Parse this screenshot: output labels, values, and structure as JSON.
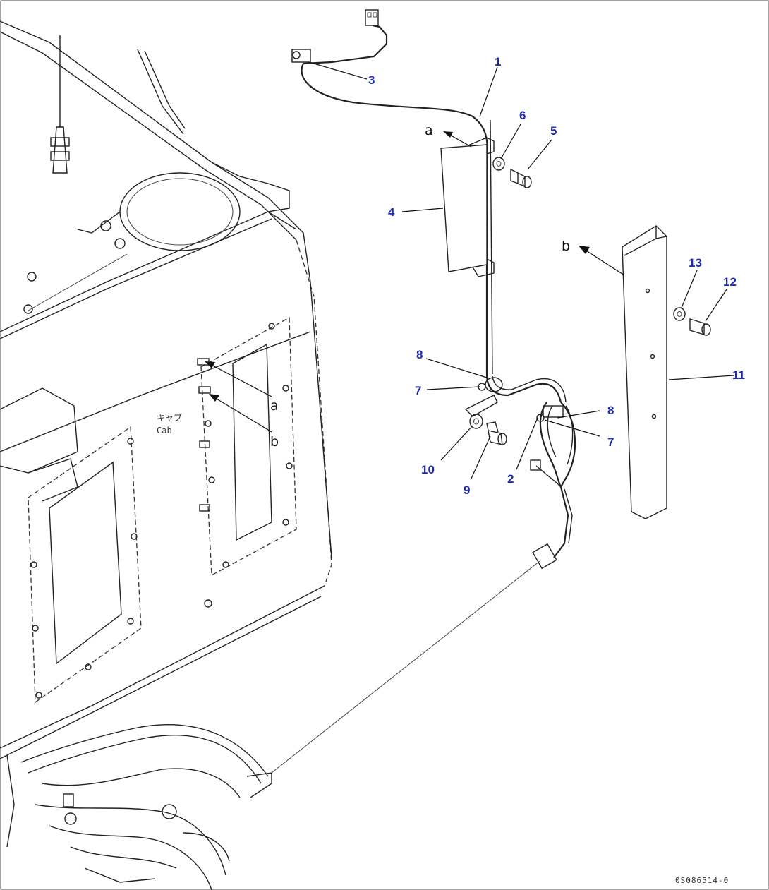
{
  "diagram": {
    "callouts": [
      {
        "id": "c1",
        "label": "1"
      },
      {
        "id": "c2",
        "label": "2"
      },
      {
        "id": "c3",
        "label": "3"
      },
      {
        "id": "c4",
        "label": "4"
      },
      {
        "id": "c5",
        "label": "5"
      },
      {
        "id": "c6",
        "label": "6"
      },
      {
        "id": "c7a",
        "label": "7"
      },
      {
        "id": "c7b",
        "label": "7"
      },
      {
        "id": "c8a",
        "label": "8"
      },
      {
        "id": "c8b",
        "label": "8"
      },
      {
        "id": "c9",
        "label": "9"
      },
      {
        "id": "c10",
        "label": "10"
      },
      {
        "id": "c11",
        "label": "11"
      },
      {
        "id": "c12",
        "label": "12"
      },
      {
        "id": "c13",
        "label": "13"
      }
    ],
    "view_letters": {
      "a_top": "a",
      "b_top": "b",
      "a_cab": "a",
      "b_cab": "b"
    },
    "cab_label_jp": "キャブ",
    "cab_label_en": "Cab",
    "drawing_code": "0S086514-0",
    "colors": {
      "callout": "#1f2bb0",
      "line": "#222222"
    }
  }
}
